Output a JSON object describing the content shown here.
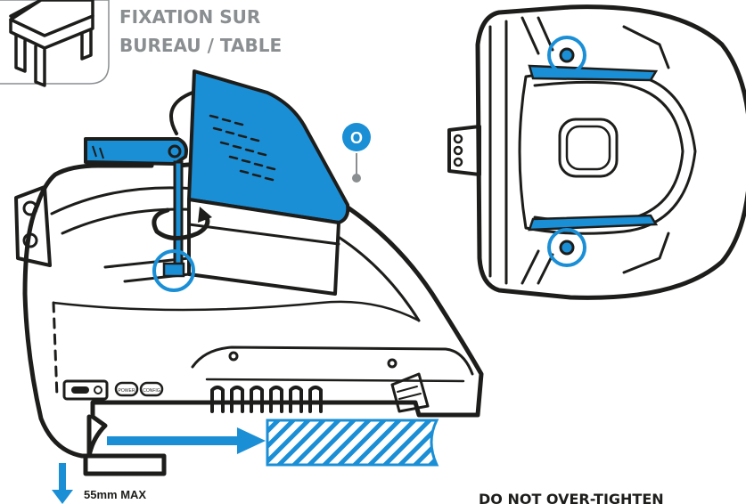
{
  "header": {
    "title_line1": "FIXATION SUR",
    "title_line2": "BUREAU / TABLE"
  },
  "callout": {
    "badge": "O"
  },
  "depth_label": {
    "value": "55",
    "unit": "mm MAX"
  },
  "ports": {
    "power": "POWER",
    "config": "CONFIG"
  },
  "warning": {
    "text": "DO NOT OVER-TIGHTEN"
  },
  "colors": {
    "accent": "#1a8fd6",
    "ink": "#1d1d1b",
    "panel": "#e9ecee",
    "label_gray": "#8a8e91"
  }
}
